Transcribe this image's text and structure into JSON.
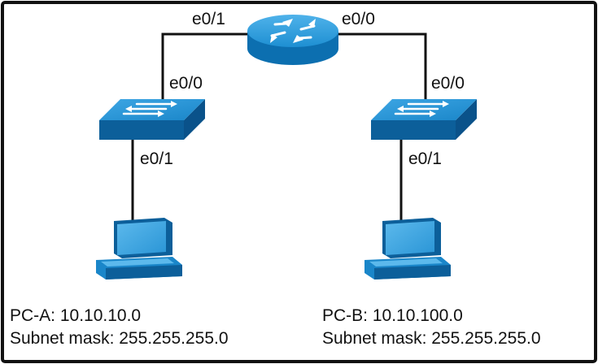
{
  "router": {
    "left_port": "e0/1",
    "right_port": "e0/0"
  },
  "switch_left": {
    "uplink_port": "e0/0",
    "access_port": "e0/1"
  },
  "switch_right": {
    "uplink_port": "e0/0",
    "access_port": "e0/1"
  },
  "pc_a": {
    "address_line": "PC-A: 10.10.10.0",
    "mask_line": "Subnet mask: 255.255.255.0"
  },
  "pc_b": {
    "address_line": "PC-B: 10.10.100.0",
    "mask_line": "Subnet mask: 255.255.255.0"
  },
  "colors": {
    "device_blue": "#1e8fd2",
    "device_dark": "#0c5f9a",
    "device_light": "#5cb9ec",
    "link": "#111111",
    "frame": "#111111"
  }
}
